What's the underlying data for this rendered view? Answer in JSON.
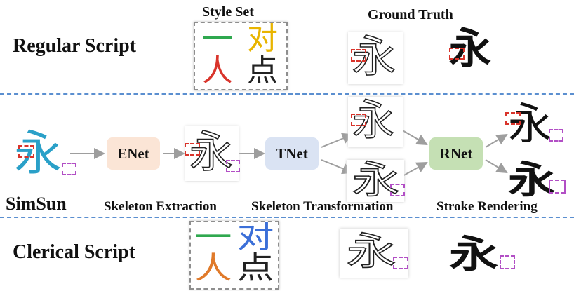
{
  "rows": {
    "regular": "Regular  Script",
    "clerical": "Clerical  Script"
  },
  "headers": {
    "style_set": "Style Set",
    "ground_truth": "Ground Truth"
  },
  "source_font": "SimSun",
  "target_char": "永",
  "style_chars": [
    "一",
    "对",
    "人",
    "点"
  ],
  "modules": {
    "enet": "ENet",
    "tnet": "TNet",
    "rnet": "RNet"
  },
  "stages": {
    "skeleton_extraction": "Skeleton Extraction",
    "skeleton_transformation": "Skeleton Transformation",
    "stroke_rendering": "Stroke Rendering"
  },
  "colors": {
    "enet_fill": "#fbe5d6",
    "tnet_fill": "#dae3f3",
    "rnet_fill": "#c5e0b4",
    "divider": "#5b8fd0",
    "red_box": "#d9342b",
    "purple_box": "#b24fc5",
    "arrow": "#9e9e9e"
  }
}
